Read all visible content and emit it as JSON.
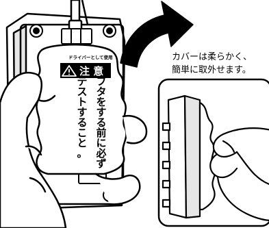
{
  "callout": {
    "line1": "カバーは柔らかく、",
    "line2": "簡単に取外せます。"
  },
  "warning": {
    "header": "注 意",
    "small_text": "ドライバーとして使用",
    "vertical_col1": "フタをする前に必ず",
    "vertical_col2": "テストすること。"
  },
  "colors": {
    "ink": "#000000",
    "paper": "#ffffff",
    "shade": "#e6e6e6"
  },
  "icons": [
    "warning-triangle-icon",
    "curved-arrow-icon"
  ]
}
